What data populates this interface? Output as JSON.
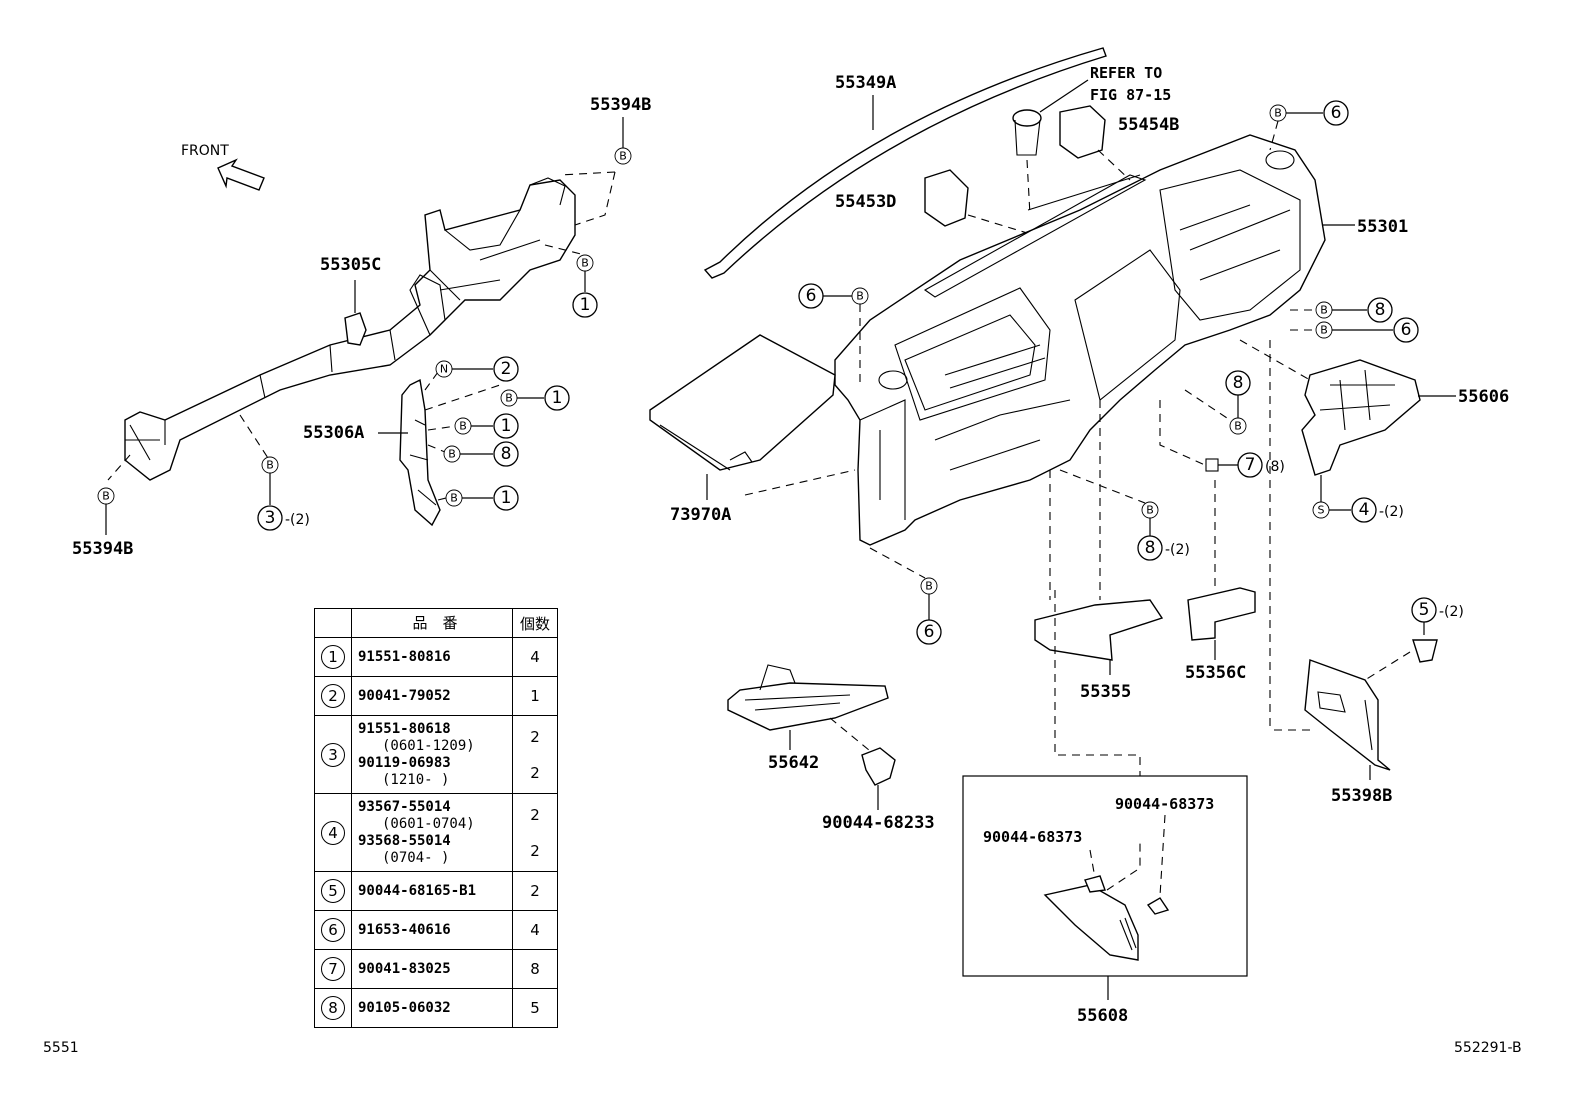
{
  "header": {
    "front_label": "FRONT",
    "refer_line1": "REFER TO",
    "refer_line2": "FIG 87-15"
  },
  "labels": {
    "p55349A": "55349A",
    "p55394B_top": "55394B",
    "p55394B_bottom": "55394B",
    "p55305C": "55305C",
    "p55306A": "55306A",
    "p55454B": "55454B",
    "p55453D": "55453D",
    "p55301": "55301",
    "p55606": "55606",
    "p73970A": "73970A",
    "p55642": "55642",
    "p90044_68233": "90044-68233",
    "p55355": "55355",
    "p55356C": "55356C",
    "p55398B": "55398B",
    "p55608": "55608",
    "p90044_68373_a": "90044-68373",
    "p90044_68373_b": "90044-68373"
  },
  "qty_notes": {
    "q2": "-(2)",
    "q8": "(8)"
  },
  "table": {
    "header_part": "品　番",
    "header_qty": "個数",
    "rows": [
      {
        "idx": "1",
        "lines": [
          "91551-80816"
        ],
        "qty": [
          "4"
        ]
      },
      {
        "idx": "2",
        "lines": [
          "90041-79052"
        ],
        "qty": [
          "1"
        ]
      },
      {
        "idx": "3",
        "lines": [
          "91551-80618",
          "(0601-1209)",
          "90119-06983",
          "(1210-      )"
        ],
        "qty": [
          "2",
          "2"
        ]
      },
      {
        "idx": "4",
        "lines": [
          "93567-55014",
          "(0601-0704)",
          "93568-55014",
          "(0704-      )"
        ],
        "qty": [
          "2",
          "2"
        ]
      },
      {
        "idx": "5",
        "lines": [
          "90044-68165-B1"
        ],
        "qty": [
          "2"
        ]
      },
      {
        "idx": "6",
        "lines": [
          "91653-40616"
        ],
        "qty": [
          "4"
        ]
      },
      {
        "idx": "7",
        "lines": [
          "90041-83025"
        ],
        "qty": [
          "8"
        ]
      },
      {
        "idx": "8",
        "lines": [
          "90105-06032"
        ],
        "qty": [
          "5"
        ]
      }
    ]
  },
  "footer": {
    "left": "5551",
    "right": "552291-B"
  }
}
